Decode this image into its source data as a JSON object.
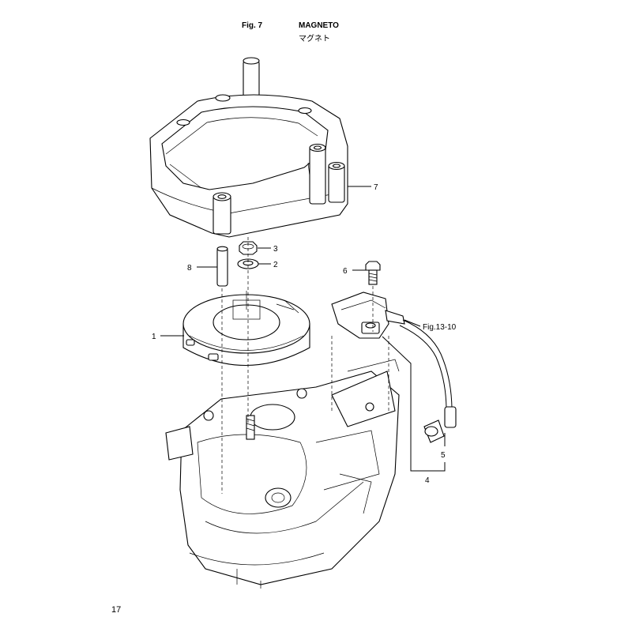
{
  "header": {
    "figure": "Fig. 7",
    "title": "MAGNETO",
    "title_jp": "マグネト"
  },
  "callouts": {
    "c1": "1",
    "c2": "2",
    "c3": "3",
    "c4": "4",
    "c5": "5",
    "c6": "6",
    "c7": "7",
    "c8": "8",
    "ref": "Fig.13-10"
  },
  "page_number": "17"
}
